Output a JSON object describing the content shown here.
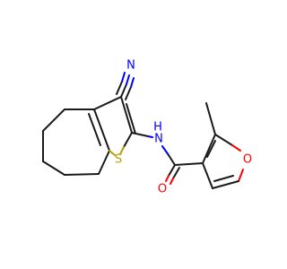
{
  "molecule": {
    "atoms": {
      "nitrile_n": {
        "symbol": "N",
        "color": "#0000ff"
      },
      "amide_n": {
        "symbol": "N",
        "color": "#0000ff"
      },
      "amide_h": {
        "symbol": "H",
        "color": "#0000ff"
      },
      "thiophene_s": {
        "symbol": "S",
        "color": "#b3a000"
      },
      "carbonyl_o": {
        "symbol": "O",
        "color": "#ff0000"
      },
      "furan_o": {
        "symbol": "O",
        "color": "#ff0000"
      }
    }
  }
}
